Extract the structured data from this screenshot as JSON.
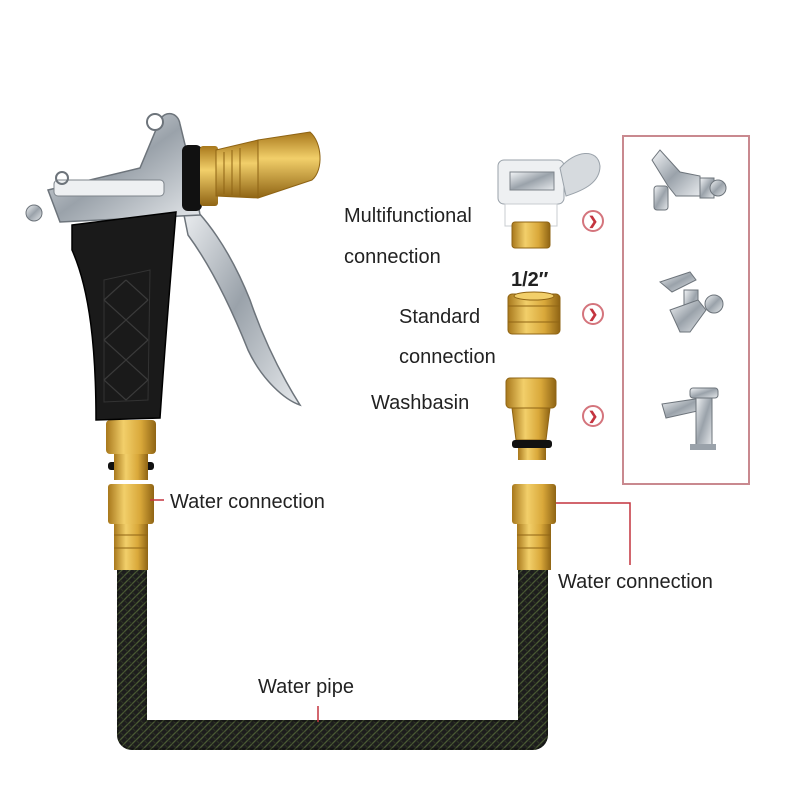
{
  "labels": {
    "multifunctional_line1": "Multifunctional",
    "multifunctional_line2": "connection",
    "size": "1/2″",
    "standard_line1": "Standard",
    "standard_line2": "connection",
    "washbasin": "Washbasin",
    "water_connection_left": "Water connection",
    "water_connection_right": "Water connection",
    "water_pipe": "Water pipe"
  },
  "colors": {
    "brass": "#d9a83a",
    "brass_dark": "#a8781c",
    "hose": "#1d1d1d",
    "hose_weave": "#3a4a2a",
    "leader_line": "#c4343f",
    "frame": "#c9898f",
    "chrome": "#c8ccd0"
  },
  "icons": {
    "arrow": "chevron-right-circle-icon",
    "faucets": [
      "wall-tap-icon",
      "garden-tap-icon",
      "basin-mixer-icon"
    ]
  }
}
